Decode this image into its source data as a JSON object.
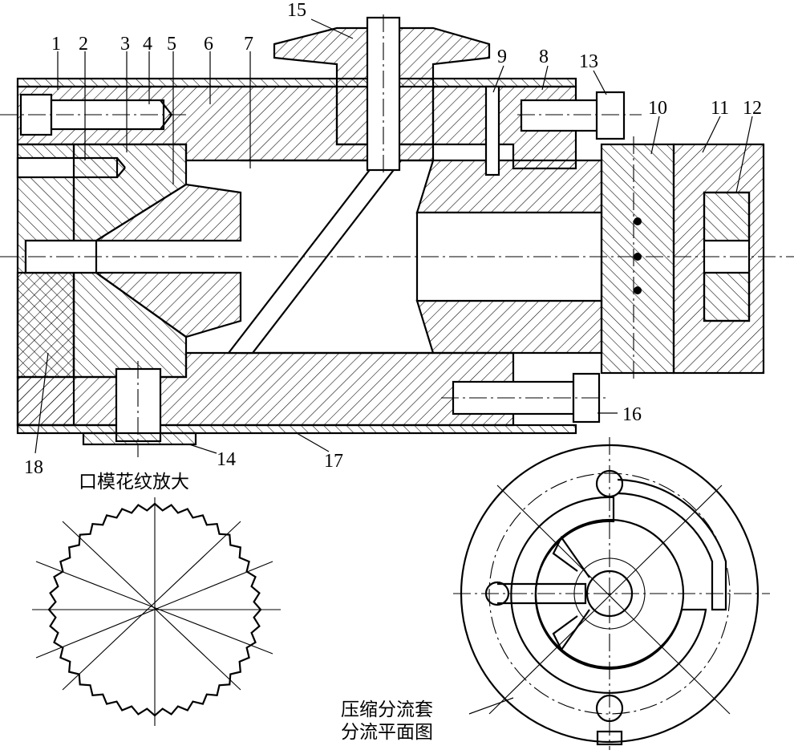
{
  "labels": {
    "n1": "1",
    "n2": "2",
    "n3": "3",
    "n4": "4",
    "n5": "5",
    "n6": "6",
    "n7": "7",
    "n8": "8",
    "n9": "9",
    "n10": "10",
    "n11": "11",
    "n12": "12",
    "n13": "13",
    "n14": "14",
    "n15": "15",
    "n16": "16",
    "n17": "17",
    "n18": "18"
  },
  "captions": {
    "die_pattern": "口模花纹放大",
    "sleeve_line1": "压缩分流套",
    "sleeve_line2": "分流平面图"
  }
}
